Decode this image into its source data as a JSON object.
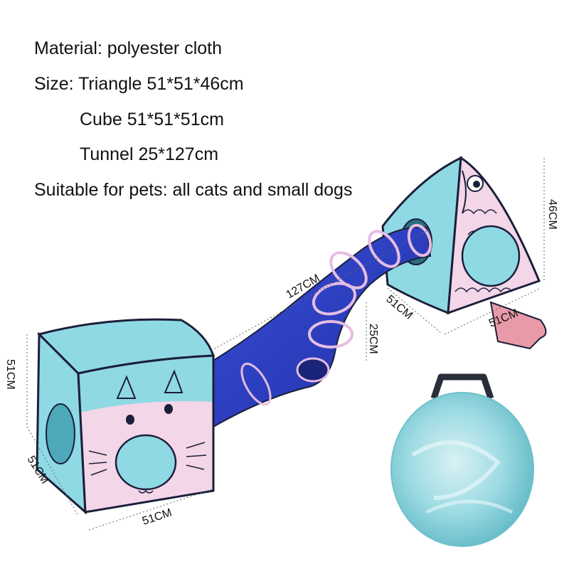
{
  "specs": {
    "material": "Material: polyester cloth",
    "size": "Size: Triangle 51*51*46cm",
    "cube": "Cube 51*51*51cm",
    "tunnel": "Tunnel 25*127cm",
    "suitable": "Suitable for pets: all cats and small dogs"
  },
  "dimensions": {
    "tunnel_length": "127CM",
    "tunnel_diameter": "25CM",
    "triangle_height": "46CM",
    "triangle_depth": "51CM",
    "triangle_width": "51CM",
    "cube_height": "51CM",
    "cube_depth": "51CM",
    "cube_width": "51CM"
  },
  "colors": {
    "cyan": "#8fd9e4",
    "pink": "#f3d6e8",
    "blue": "#2e3fc2",
    "outline": "#1b1f3a",
    "bag_handle": "#2a2d3a"
  }
}
